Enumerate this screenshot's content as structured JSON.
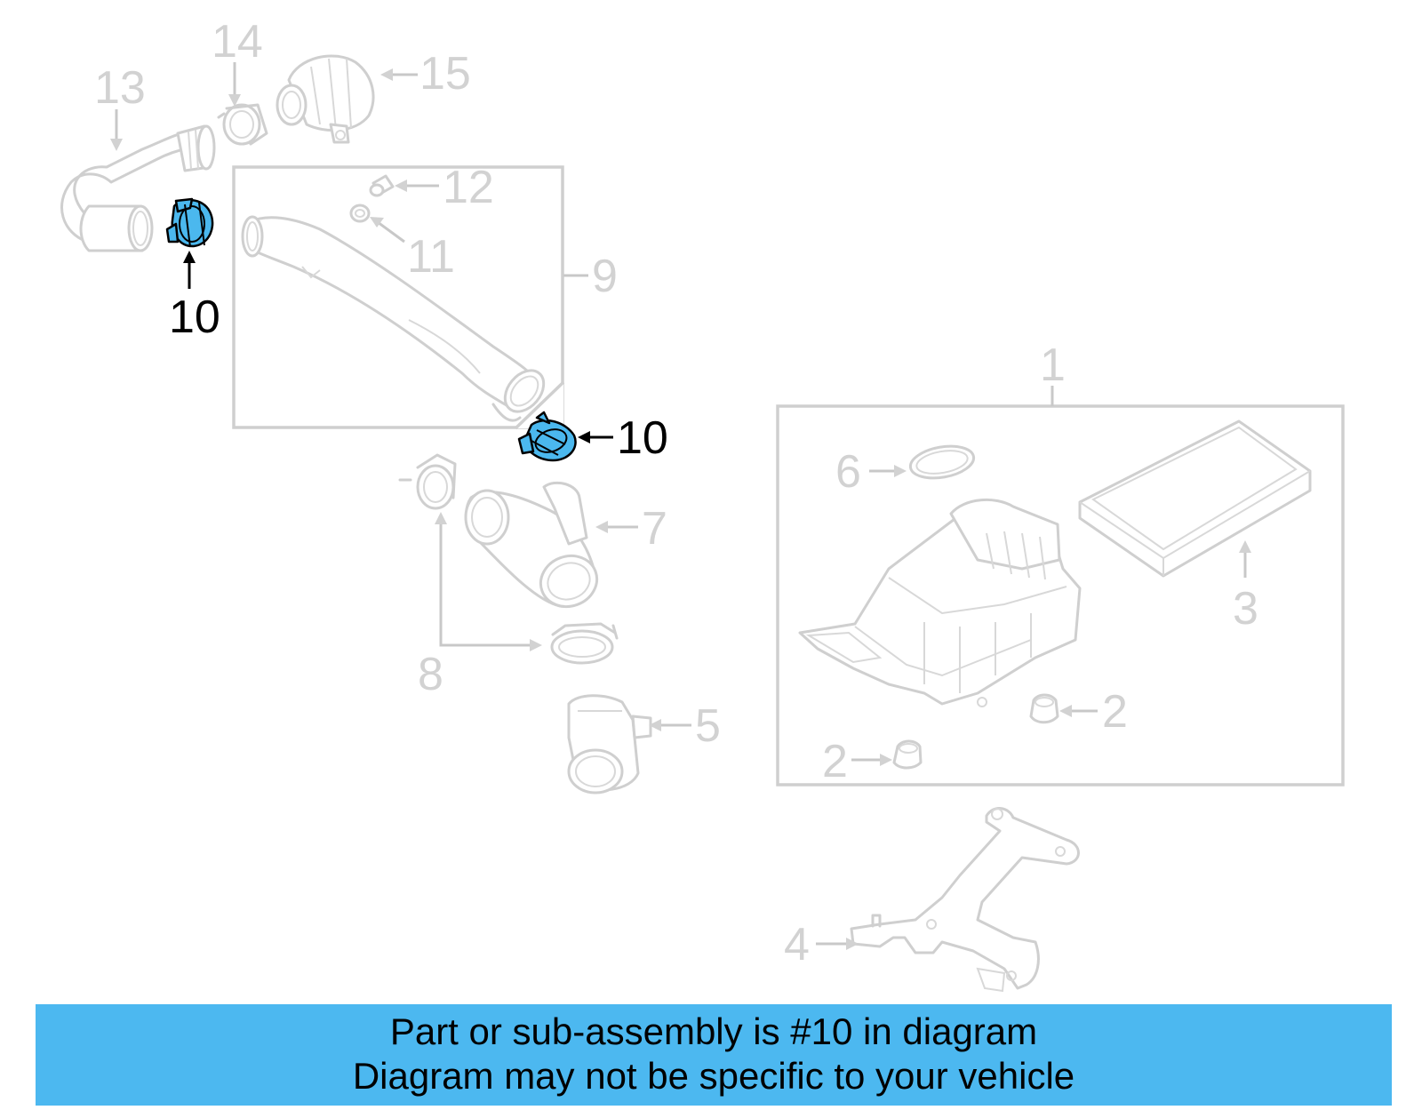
{
  "callouts": {
    "c1": "1",
    "c2a": "2",
    "c2b": "2",
    "c3": "3",
    "c4": "4",
    "c5": "5",
    "c6": "6",
    "c7": "7",
    "c8": "8",
    "c9": "9",
    "c10a": "10",
    "c10b": "10",
    "c11": "11",
    "c12": "12",
    "c13": "13",
    "c14": "14",
    "c15": "15"
  },
  "highlight_part": "10",
  "banner": {
    "line1": "Part or sub-assembly is #10 in diagram",
    "line2": "Diagram may not be specific to your vehicle"
  },
  "colors": {
    "highlight": "#4bb8ee",
    "banner": "#4cb8f0",
    "faded_parts": "#cfcfcf"
  }
}
